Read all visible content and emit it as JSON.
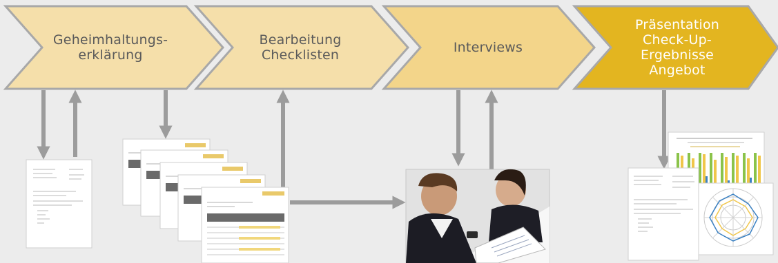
{
  "process": {
    "steps": [
      {
        "label": "Geheimhaltungs-\nerklärung",
        "color": "#f5dfaa"
      },
      {
        "label": "Bearbeitung\nChecklisten",
        "color": "#f5dfaa"
      },
      {
        "label": "Interviews",
        "color": "#f3d58a"
      },
      {
        "label": "Präsentation\nCheck-Up-\nErgebnisse\nAngebot",
        "color": "#e3b520"
      }
    ],
    "arrow_color": "#9c9c9c",
    "outline_color": "#a8a8a8"
  },
  "images": {
    "document_icon": "document-icon",
    "checklist_stack_icon": "checklist-stack-icon",
    "interview_photo_icon": "interview-photo-icon",
    "report_icon": "report-icon"
  }
}
